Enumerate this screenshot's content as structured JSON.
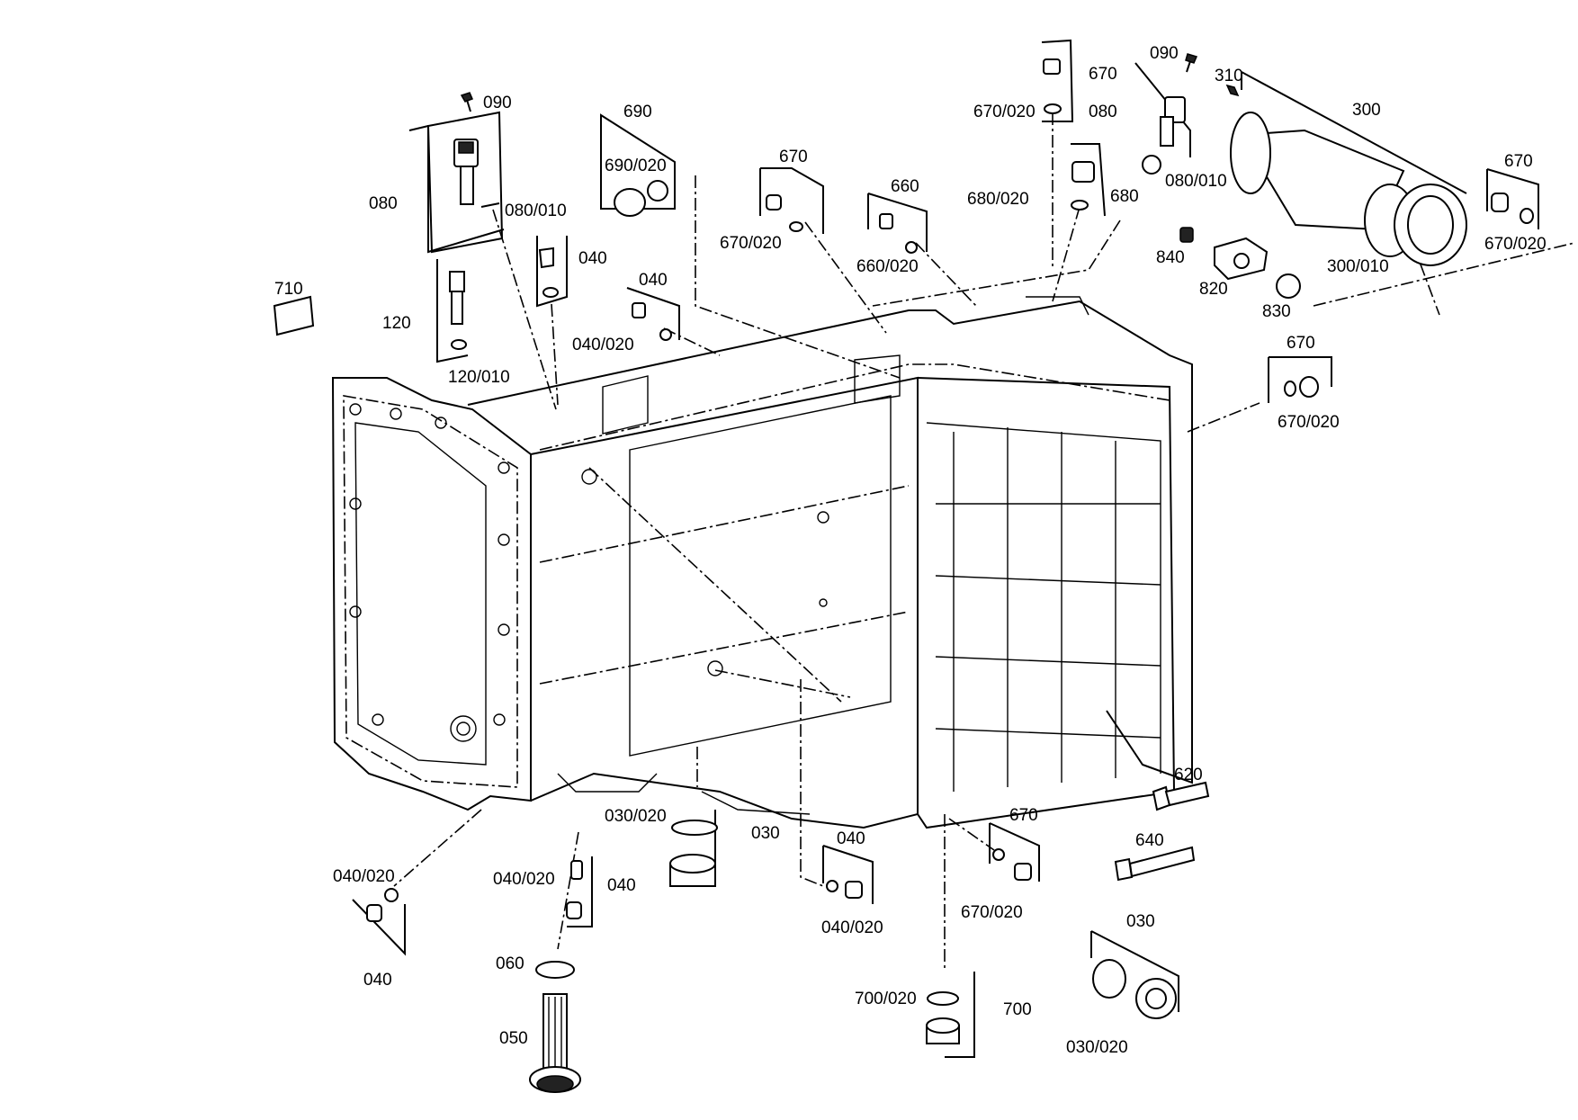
{
  "labels": [
    {
      "key": "710",
      "text": "710"
    },
    {
      "key": "090a",
      "text": "090"
    },
    {
      "key": "080a",
      "text": "080"
    },
    {
      "key": "080_010a",
      "text": "080/010"
    },
    {
      "key": "120",
      "text": "120"
    },
    {
      "key": "120_010",
      "text": "120/010"
    },
    {
      "key": "040a",
      "text": "040"
    },
    {
      "key": "040b",
      "text": "040"
    },
    {
      "key": "040_020a",
      "text": "040/020"
    },
    {
      "key": "690",
      "text": "690"
    },
    {
      "key": "690_020",
      "text": "690/020"
    },
    {
      "key": "670a",
      "text": "670"
    },
    {
      "key": "670_020a",
      "text": "670/020"
    },
    {
      "key": "660",
      "text": "660"
    },
    {
      "key": "660_020",
      "text": "660/020"
    },
    {
      "key": "670b",
      "text": "670"
    },
    {
      "key": "670_020b",
      "text": "670/020"
    },
    {
      "key": "680_020",
      "text": "680/020"
    },
    {
      "key": "680",
      "text": "680"
    },
    {
      "key": "090b",
      "text": "090"
    },
    {
      "key": "080b",
      "text": "080"
    },
    {
      "key": "080_010b",
      "text": "080/010"
    },
    {
      "key": "310",
      "text": "310"
    },
    {
      "key": "300",
      "text": "300"
    },
    {
      "key": "300_010",
      "text": "300/010"
    },
    {
      "key": "670c",
      "text": "670"
    },
    {
      "key": "670_020c",
      "text": "670/020"
    },
    {
      "key": "840",
      "text": "840"
    },
    {
      "key": "820",
      "text": "820"
    },
    {
      "key": "830",
      "text": "830"
    },
    {
      "key": "670d",
      "text": "670"
    },
    {
      "key": "670_020d",
      "text": "670/020"
    },
    {
      "key": "620",
      "text": "620"
    },
    {
      "key": "640",
      "text": "640"
    },
    {
      "key": "030_020a",
      "text": "030/020"
    },
    {
      "key": "030a",
      "text": "030"
    },
    {
      "key": "040c",
      "text": "040"
    },
    {
      "key": "040_020c",
      "text": "040/020"
    },
    {
      "key": "670e",
      "text": "670"
    },
    {
      "key": "670_020e",
      "text": "670/020"
    },
    {
      "key": "040_020d",
      "text": "040/020"
    },
    {
      "key": "040d",
      "text": "040"
    },
    {
      "key": "040_020e",
      "text": "040/020"
    },
    {
      "key": "040e",
      "text": "040"
    },
    {
      "key": "060",
      "text": "060"
    },
    {
      "key": "050",
      "text": "050"
    },
    {
      "key": "700_020",
      "text": "700/020"
    },
    {
      "key": "700",
      "text": "700"
    },
    {
      "key": "030b",
      "text": "030"
    },
    {
      "key": "030_020b",
      "text": "030/020"
    }
  ]
}
